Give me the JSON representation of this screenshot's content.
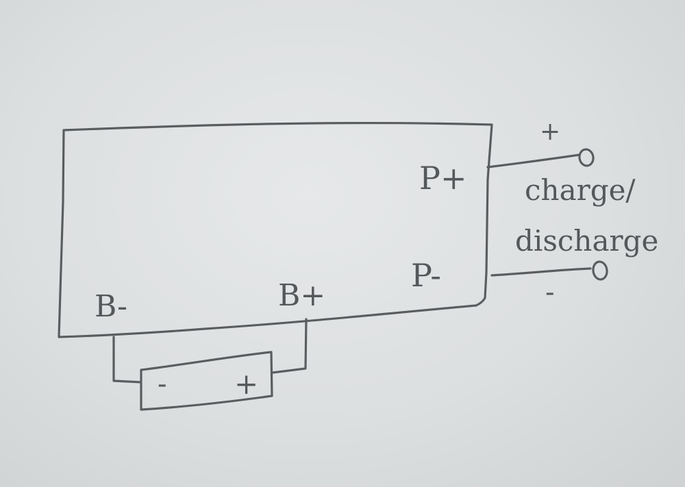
{
  "labels": {
    "p_plus": "P+",
    "p_minus": "P-",
    "b_minus": "B-",
    "b_plus": "B+",
    "cell_minus": "-",
    "cell_plus": "+",
    "out_plus": "+",
    "out_minus": "-",
    "charge": "charge/",
    "discharge": "discharge"
  },
  "colors": {
    "ink": "#5a5d60",
    "paper": "#dcdfe0"
  }
}
